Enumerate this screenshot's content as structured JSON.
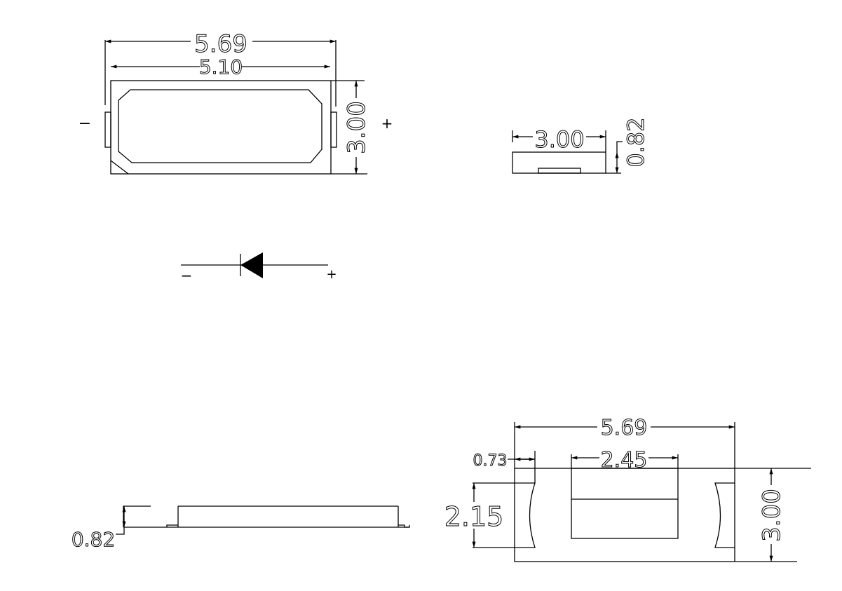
{
  "top_view": {
    "width_overall": "5.69",
    "width_body": "5.10",
    "height": "3.00",
    "minus": "−",
    "plus": "+"
  },
  "side_view_small": {
    "length": "3.00",
    "thickness": "0.82"
  },
  "symbol": {
    "minus": "−",
    "plus": "+"
  },
  "side_view_long": {
    "thickness": "0.82"
  },
  "bottom_view": {
    "width_overall": "5.69",
    "pad_width": "0.73",
    "window_width": "2.45",
    "pad_height": "2.15",
    "height": "3.00"
  }
}
